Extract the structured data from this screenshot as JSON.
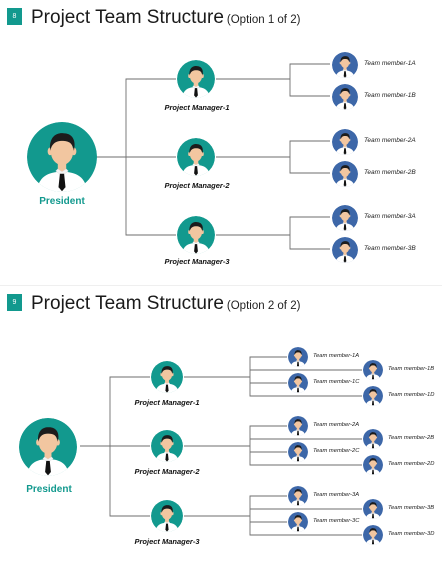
{
  "slide1": {
    "badge": "8",
    "title": "Project Team Structure",
    "subtitle": "(Option 1 of 2)",
    "president": "President",
    "managers": [
      "Project Manager-1",
      "Project Manager-2",
      "Project Manager-3"
    ],
    "members": [
      "Team member-1A",
      "Team member-1B",
      "Team member-2A",
      "Team member-2B",
      "Team member-3A",
      "Team member-3B"
    ]
  },
  "slide2": {
    "badge": "9",
    "title": "Project Team Structure",
    "subtitle": "(Option 2 of 2)",
    "president": "President",
    "managers": [
      "Project Manager-1",
      "Project Manager-2",
      "Project Manager-3"
    ],
    "members_left": [
      "Team member-1A",
      "Team member-1C",
      "Team member-2A",
      "Team member-2C",
      "Team member-3A",
      "Team member-3C"
    ],
    "members_right": [
      "Team member-1B",
      "Team member-1D",
      "Team member-2B",
      "Team member-2D",
      "Team member-3B",
      "Team member-3D"
    ]
  },
  "colors": {
    "teal": "#12998e",
    "blue": "#3d67a8",
    "hair": "#1c1c1c",
    "skin": "#f2c6a0",
    "tie": "#111111"
  },
  "icons": [
    "person-avatar-icon"
  ]
}
